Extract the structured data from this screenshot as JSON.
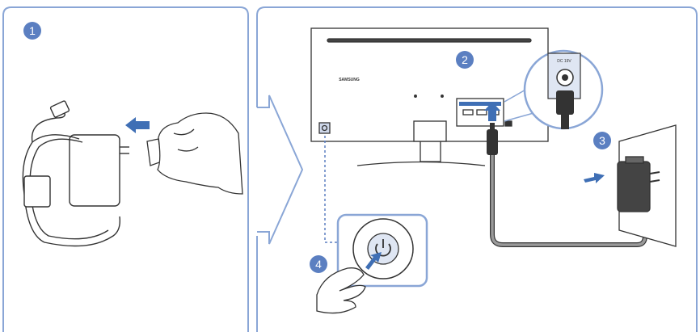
{
  "steps": [
    {
      "number": "1",
      "color": "#5b7fc1"
    },
    {
      "number": "2",
      "color": "#5b7fc1"
    },
    {
      "number": "3",
      "color": "#5b7fc1"
    },
    {
      "number": "4",
      "color": "#5b7fc1"
    }
  ],
  "monitor": {
    "brand": "SAMSUNG"
  },
  "port": {
    "label": "DC 19V"
  },
  "colors": {
    "panel_border": "#8aa6d6",
    "accent_blue": "#3f6fb5",
    "cable_gray": "#8a8a8a",
    "line": "#333333"
  }
}
